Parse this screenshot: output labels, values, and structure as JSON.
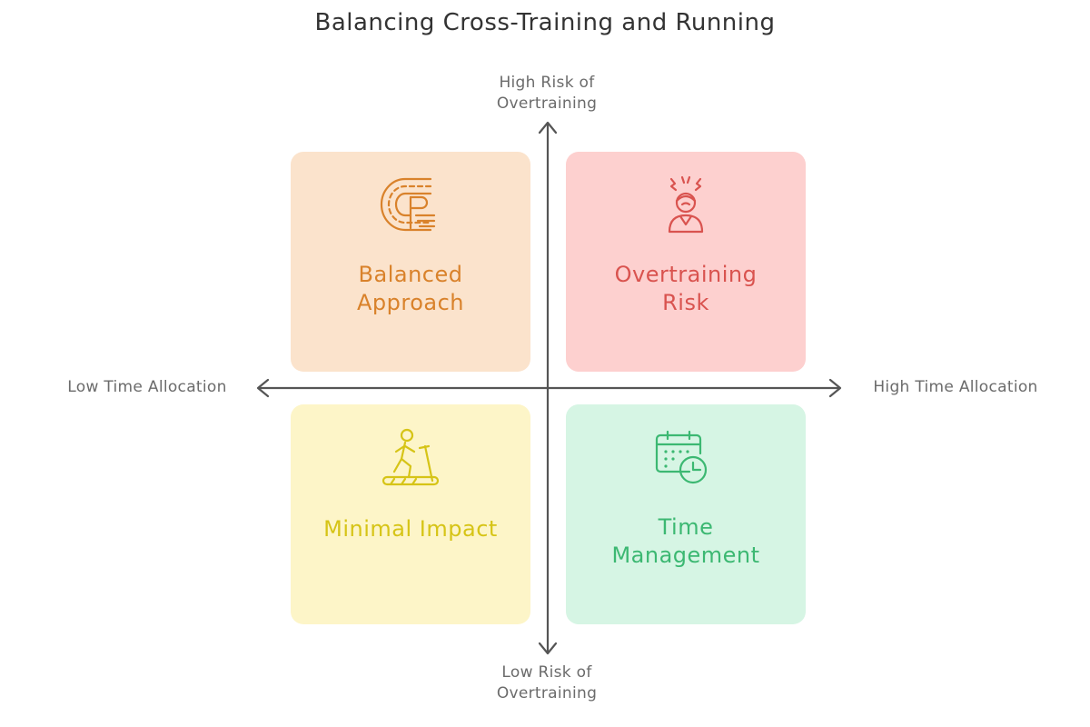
{
  "title": "Balancing Cross-Training and Running",
  "axes": {
    "y_top": "High Risk of\nOvertraining",
    "y_bottom": "Low Risk of\nOvertraining",
    "x_left": "Low Time Allocation",
    "x_right": "High Time Allocation"
  },
  "quadrants": [
    {
      "label": "Balanced\nApproach",
      "icon": "race-track-icon",
      "color": "#d9822b",
      "background": "#fbe3cc"
    },
    {
      "label": "Overtraining\nRisk",
      "icon": "stressed-person-icon",
      "color": "#d9534f",
      "background": "#fdd0cf"
    },
    {
      "label": "Minimal Impact",
      "icon": "treadmill-runner-icon",
      "color": "#d6c416",
      "background": "#fdf5c8"
    },
    {
      "label": "Time\nManagement",
      "icon": "calendar-clock-icon",
      "color": "#3cb872",
      "background": "#d6f5e4"
    }
  ],
  "axis_color": "#555555"
}
